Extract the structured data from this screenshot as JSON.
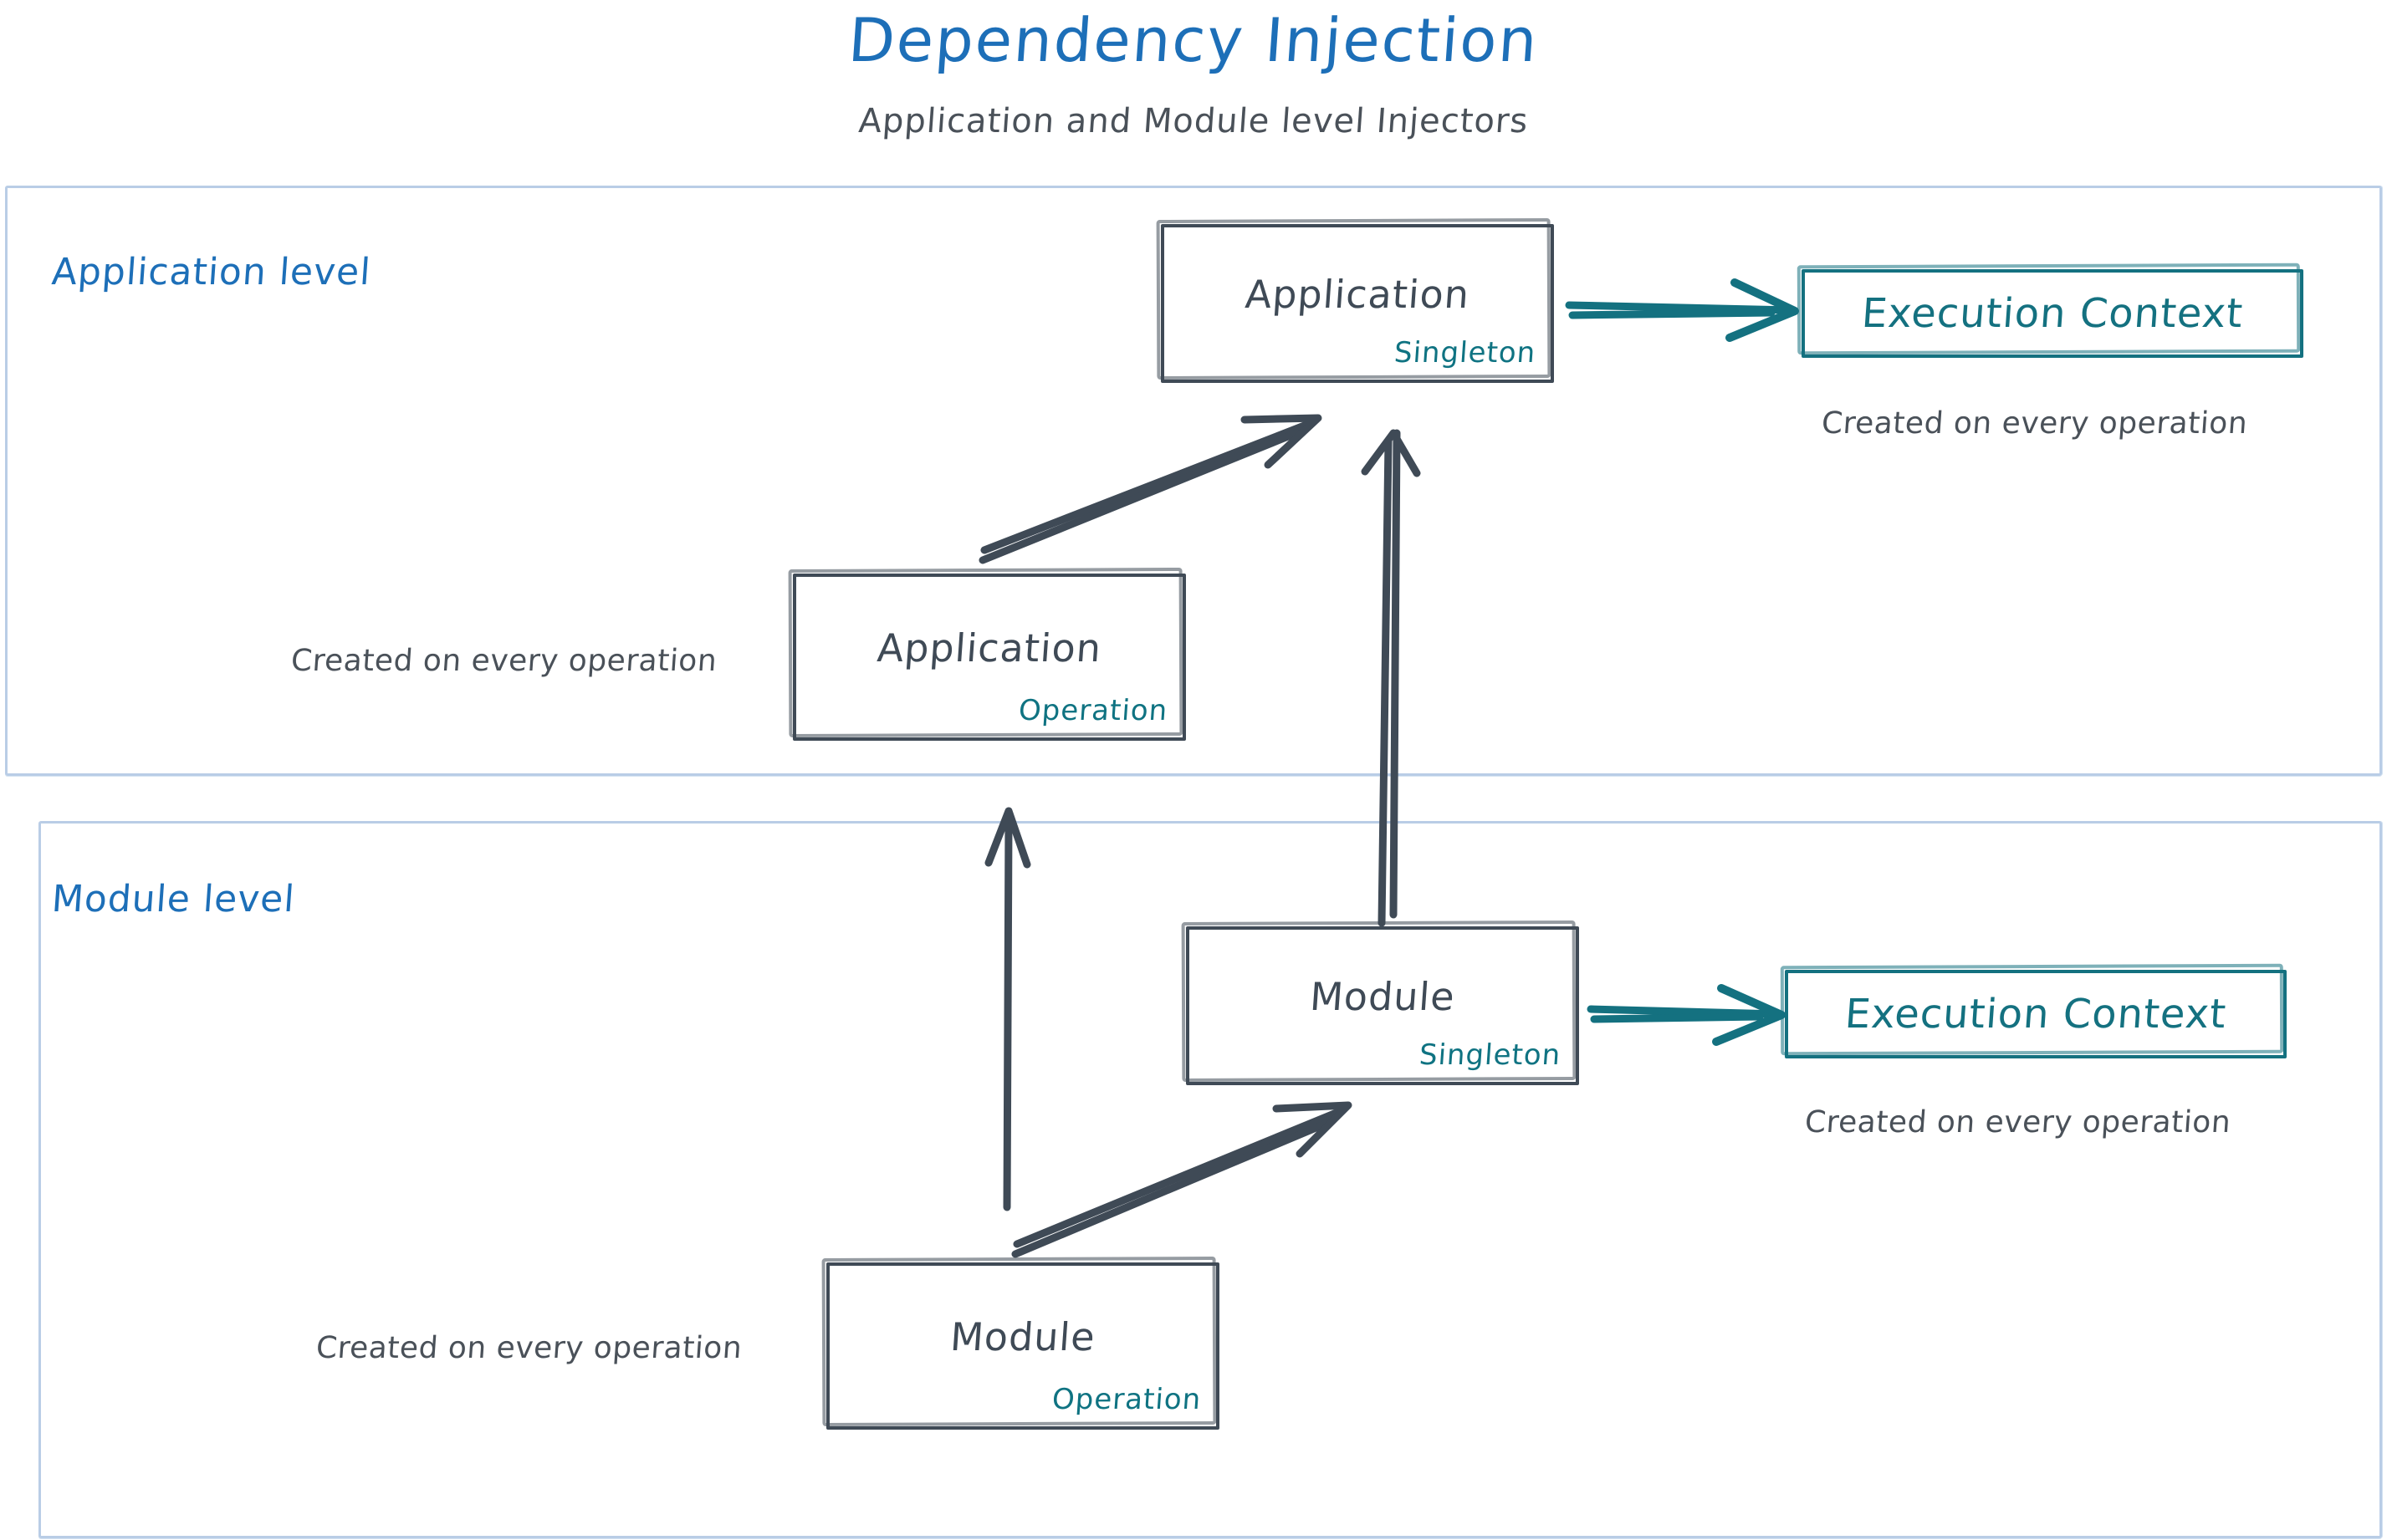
{
  "header": {
    "title": "Dependency Injection",
    "subtitle": "Application and Module level Injectors"
  },
  "colors": {
    "title_blue": "#1d6fb8",
    "band_border": "#b9cde6",
    "node_stroke": "#3f4a56",
    "teal": "#147180",
    "caption_gray": "#4a5159"
  },
  "bands": [
    {
      "id": "application",
      "label": "Application level"
    },
    {
      "id": "module",
      "label": "Module level"
    }
  ],
  "nodes": {
    "app_singleton": {
      "title": "Application",
      "scope": "Singleton"
    },
    "app_operation": {
      "title": "Application",
      "scope": "Operation"
    },
    "exec_app": {
      "title": "Execution Context"
    },
    "mod_singleton": {
      "title": "Module",
      "scope": "Singleton"
    },
    "mod_operation": {
      "title": "Module",
      "scope": "Operation"
    },
    "exec_mod": {
      "title": "Execution Context"
    }
  },
  "captions": {
    "exec_app": "Created on every operation",
    "app_operation": "Created on every operation",
    "exec_mod": "Created on every operation",
    "mod_operation": "Created on every operation"
  },
  "edges": [
    {
      "id": "app-singleton-to-exec",
      "from": "app_singleton",
      "to": "exec_app",
      "color": "#147180",
      "style": "double-stroke"
    },
    {
      "id": "app-operation-to-app-singleton",
      "from": "app_operation",
      "to": "app_singleton",
      "color": "#3f4a56",
      "style": "double-stroke"
    },
    {
      "id": "mod-singleton-to-app-singleton",
      "from": "mod_singleton",
      "to": "app_singleton",
      "color": "#3f4a56",
      "style": "double-stroke"
    },
    {
      "id": "mod-singleton-to-exec",
      "from": "mod_singleton",
      "to": "exec_mod",
      "color": "#147180",
      "style": "double-stroke"
    },
    {
      "id": "mod-operation-to-mod-singleton",
      "from": "mod_operation",
      "to": "mod_singleton",
      "color": "#3f4a56",
      "style": "double-stroke"
    },
    {
      "id": "mod-operation-to-app-operation",
      "from": "mod_operation",
      "to": "app_operation",
      "color": "#3f4a56",
      "style": "single-stroke"
    }
  ]
}
